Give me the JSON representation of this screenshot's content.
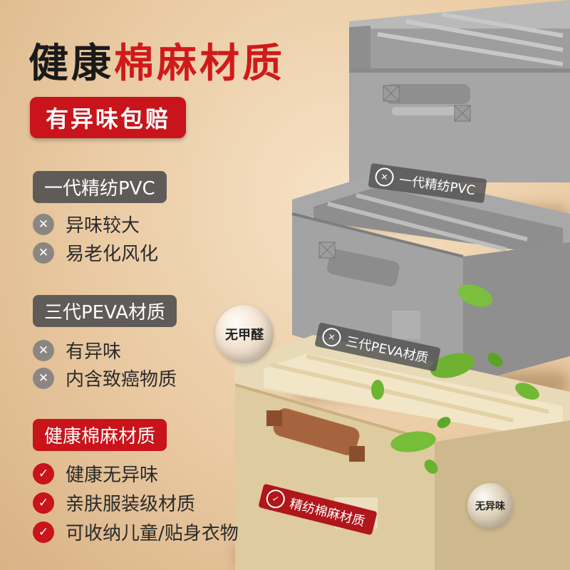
{
  "headline": {
    "part1": "健康",
    "part2": "棉麻材质"
  },
  "badge": "有异味包赔",
  "sections": [
    {
      "label": "一代精纺PVC",
      "items": [
        "异味较大",
        "易老化风化"
      ]
    },
    {
      "label": "三代PEVA材质",
      "items": [
        "有异味",
        "内含致癌物质"
      ]
    },
    {
      "label": "健康棉麻材质",
      "items": [
        "健康无异味",
        "亲肤服装级材质",
        "可收纳儿童/贴身衣物"
      ]
    }
  ],
  "box_tags": {
    "top": "一代精纺PVC",
    "middle": "三代PEVA材质",
    "bottom": "精纺棉麻材质"
  },
  "bubbles": {
    "left": "无甲醛",
    "right": "无异味"
  },
  "icons": {
    "bad": "x-circle-icon",
    "good": "check-circle-icon"
  },
  "colors": {
    "accent_red": "#c8141a",
    "gray_box": "#9a9a9a",
    "linen_box": "#e2d2ac",
    "bg": "#ecccA4"
  }
}
